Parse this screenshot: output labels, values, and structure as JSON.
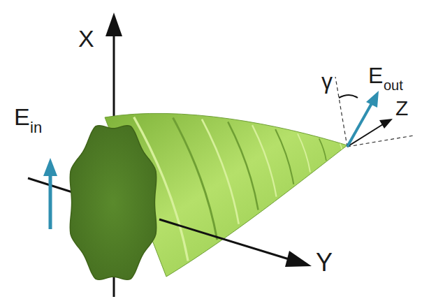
{
  "diagram": {
    "labels": [
      "X",
      "E",
      "in",
      "Y",
      "E",
      "out",
      "γ",
      "Z"
    ]
  }
}
